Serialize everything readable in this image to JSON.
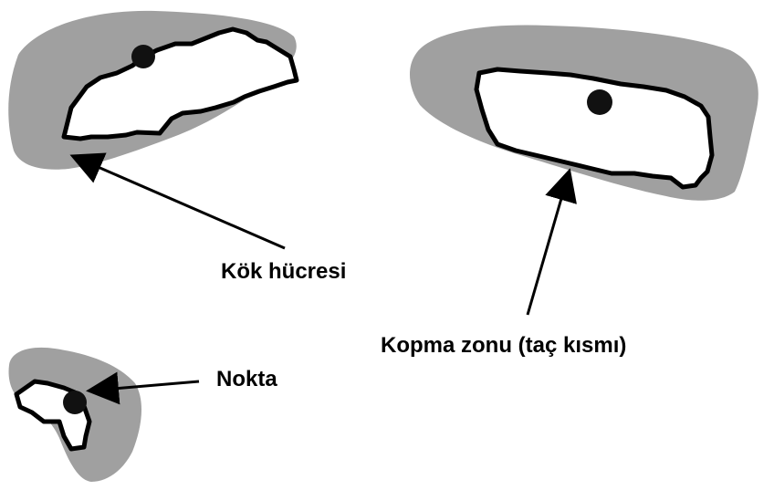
{
  "labels": {
    "root_cell": "Kök hücresi",
    "break_zone": "Kopma zonu (taç kısmı)",
    "point": "Nokta"
  },
  "colors": {
    "background": "#ffffff",
    "halo": "#a0a0a0",
    "outline": "#000000",
    "interior": "#ffffff"
  }
}
